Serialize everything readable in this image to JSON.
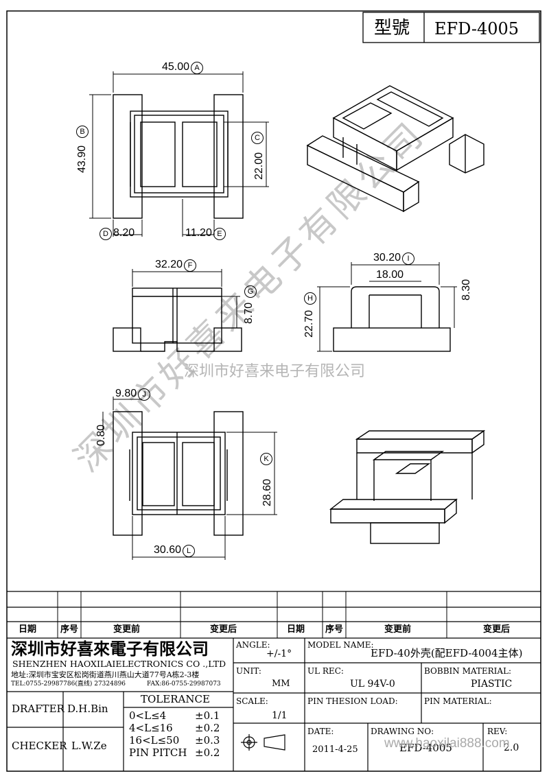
{
  "title_block": {
    "model_label": "型號",
    "model_value": "EFD-4005"
  },
  "watermark": {
    "diagonal": "深圳市好喜来电子有限公司",
    "horizontal": "深圳市好喜来电子有限公司",
    "corner": "www.haoxilai888.com"
  },
  "dimensions": {
    "a": "45.00",
    "a_letter": "A",
    "b": "43.90",
    "b_letter": "B",
    "c": "22.00",
    "c_letter": "C",
    "d": "8.20",
    "d_letter": "D",
    "e": "11.20",
    "e_letter": "E",
    "f": "32.20",
    "f_letter": "F",
    "g": "8.70",
    "g_letter": "G",
    "h": "22.70",
    "h_letter": "H",
    "i": "30.20",
    "i_letter": "I",
    "i_inner": "18.00",
    "i_right": "8.30",
    "j": "9.80",
    "j_letter": "J",
    "j_side": "0.80",
    "k": "28.60",
    "k_letter": "K",
    "l": "30.60",
    "l_letter": "L"
  },
  "revision_table": {
    "headers": [
      "日期",
      "序号",
      "变更前",
      "变更后",
      "日期",
      "序号",
      "变更前",
      "变更后"
    ]
  },
  "company": {
    "name_cn": "深圳市好喜來電子有限公司",
    "name_en": "SHENZHEN HAOXILAIELECTRONICS CO .,LTD",
    "address": "地址:深圳市宝安区松岗街道燕川燕山大道77号A栋2-3楼",
    "tel": "TEL:0755-29987786(直线) 27324896",
    "fax": "FAX:86-0755-29987073"
  },
  "fields": {
    "angle_label": "ANGLE:",
    "angle_value": "+/-1°",
    "model_name_label": "MODEL NAME:",
    "model_name_value": "EFD-40外壳(配EFD-4004主体)",
    "unit_label": "UNIT:",
    "unit_value": "MM",
    "ul_label": "UL REC:",
    "ul_value": "UL 94V-0",
    "bobbin_label": "BOBBIN MATERIAL:",
    "bobbin_value": "PIASTIC",
    "scale_label": "SCALE:",
    "scale_value": "1/1",
    "pin_tension_label": "PIN THESION LOAD:",
    "pin_material_label": "PIN MATERIAL:",
    "date_label": "DATE:",
    "date_value": "2011-4-25",
    "drawing_label": "DRAWING NO:",
    "drawing_value": "EFD-4005",
    "rev_label": "REV:",
    "rev_value": "2.0"
  },
  "people": {
    "drafter_label": "DRAFTER",
    "drafter_value": "D.H.Bin",
    "checker_label": "CHECKER",
    "checker_value": "L.W.Ze"
  },
  "tolerance": {
    "title": "TOLERANCE",
    "rows": [
      [
        "0<L≤4",
        "±0.1"
      ],
      [
        "4<L≤16",
        "±0.2"
      ],
      [
        "16<L≤50",
        "±0.3"
      ],
      [
        "PIN PITCH",
        "±0.2"
      ]
    ]
  }
}
